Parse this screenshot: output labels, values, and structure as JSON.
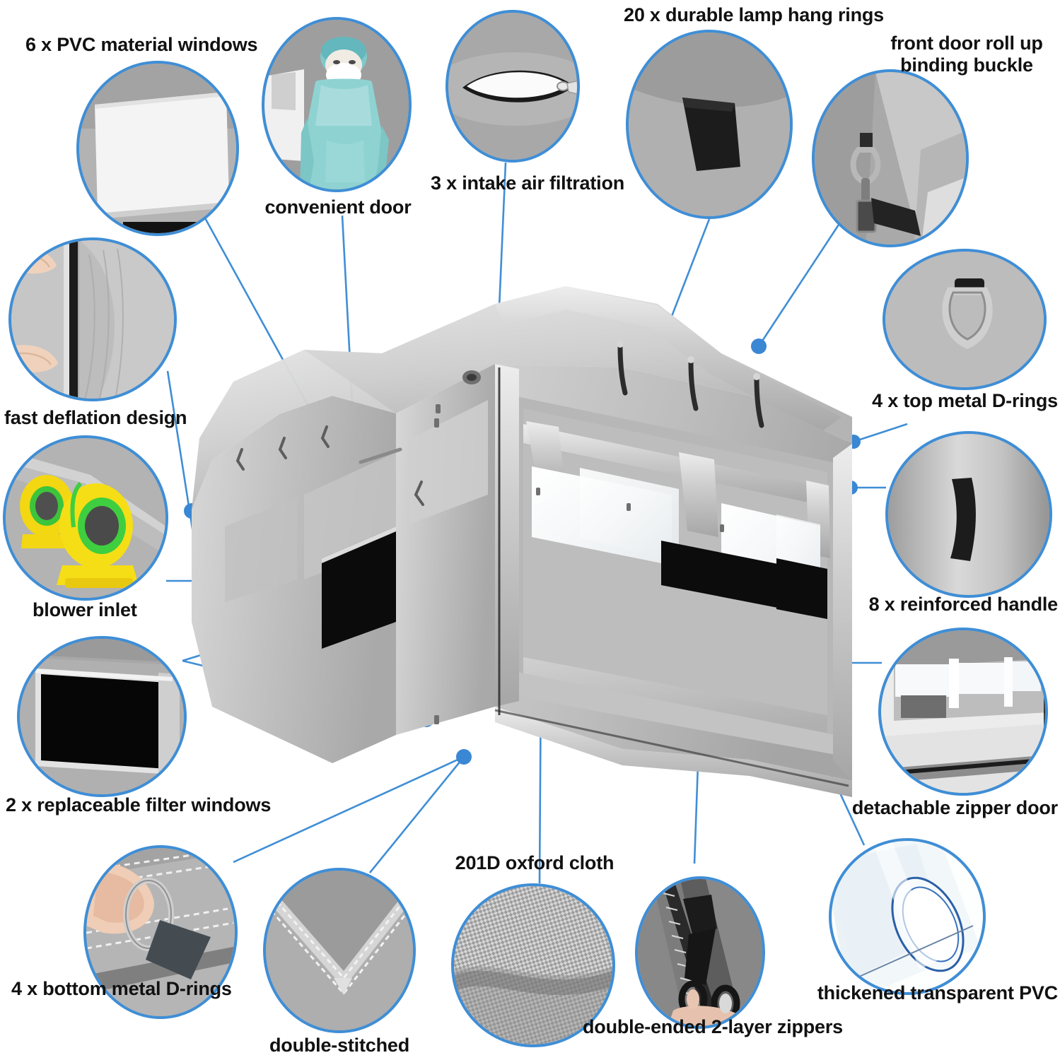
{
  "infographic": {
    "title": "Inflatable spray booth feature callouts",
    "accent_color": "#3f8ed6",
    "text_color": "#111111",
    "background_color": "#ffffff"
  },
  "callouts": [
    {
      "id": "pvc-windows",
      "label": "6 x PVC material windows",
      "align": "left"
    },
    {
      "id": "convenient-door",
      "label": "convenient door",
      "align": "center"
    },
    {
      "id": "intake-filtration",
      "label": "3 x intake air filtration",
      "align": "center"
    },
    {
      "id": "lamp-hang-rings",
      "label": "20 x durable lamp hang rings",
      "align": "center"
    },
    {
      "id": "roll-up-buckle",
      "label": "front door roll up\nbinding buckle",
      "align": "center"
    },
    {
      "id": "top-d-rings",
      "label": "4 x top metal D-rings",
      "align": "right"
    },
    {
      "id": "reinforced-handle",
      "label": "8 x reinforced handle",
      "align": "right"
    },
    {
      "id": "zipper-door",
      "label": "detachable zipper door",
      "align": "right"
    },
    {
      "id": "transparent-pvc",
      "label": "thickened transparent PVC",
      "align": "right"
    },
    {
      "id": "two-layer-zippers",
      "label": "double-ended 2-layer zippers",
      "align": "center"
    },
    {
      "id": "oxford-cloth",
      "label": "201D oxford cloth",
      "align": "center"
    },
    {
      "id": "double-stitched",
      "label": "double-stitched",
      "align": "center"
    },
    {
      "id": "bottom-d-rings",
      "label": "4 x bottom metal D-rings",
      "align": "left"
    },
    {
      "id": "filter-windows",
      "label": "2 x replaceable filter windows",
      "align": "left"
    },
    {
      "id": "blower-inlet",
      "label": "blower inlet",
      "align": "left"
    },
    {
      "id": "fast-deflation",
      "label": "fast deflation design",
      "align": "left"
    }
  ],
  "product": {
    "name": "inflatable paint spray booth tent",
    "body_color": "#c4c4c4",
    "window_color": "#f2f4f5",
    "filter_color": "#0a0a0a"
  }
}
